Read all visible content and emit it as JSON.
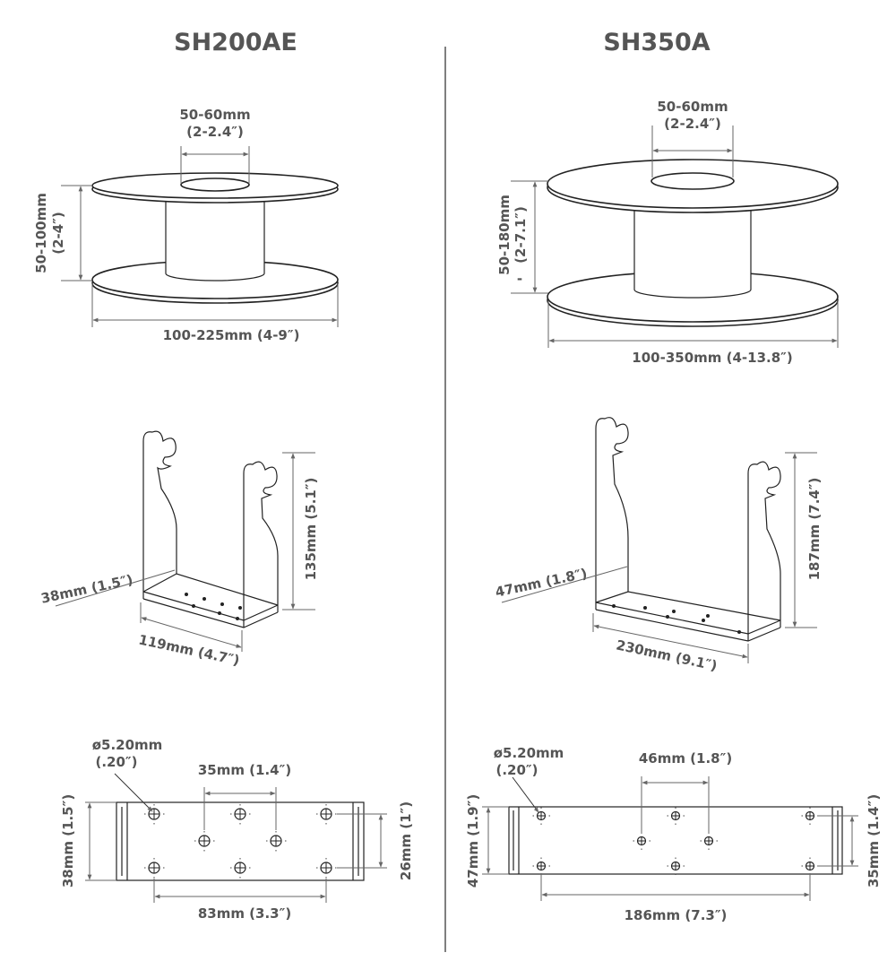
{
  "models": [
    {
      "title": "SH200AE",
      "spool": {
        "hub": "50-60mm",
        "hub_in": "(2-2.4″)",
        "height": "50-100mm",
        "height_in": "(2-4″)",
        "diameter": "100-225mm (4-9″)"
      },
      "bracket": {
        "height": "135mm (5.1″)",
        "depth": "38mm (1.5″)",
        "width": "119mm (4.7″)"
      },
      "plate": {
        "hole": "ø5.20mm",
        "hole_in": "(.20″)",
        "spacing": "35mm (1.4″)",
        "height": "38mm (1.5″)",
        "hole_span_v": "26mm (1″)",
        "hole_span_h": "83mm (3.3″)"
      }
    },
    {
      "title": "SH350A",
      "spool": {
        "hub": "50-60mm",
        "hub_in": "(2-2.4″)",
        "height": "50-180mm",
        "height_in": "(2-7.1″)",
        "extra_mark": "-",
        "diameter": "100-350mm (4-13.8″)"
      },
      "bracket": {
        "height": "187mm (7.4″)",
        "depth": "47mm (1.8″)",
        "width": "230mm (9.1″)"
      },
      "plate": {
        "hole": "ø5.20mm",
        "hole_in": "(.20″)",
        "spacing": "46mm  (1.8″)",
        "height": "47mm (1.9″)",
        "hole_span_v": "35mm (1.4″)",
        "hole_span_h": "186mm (7.3″)"
      }
    }
  ]
}
